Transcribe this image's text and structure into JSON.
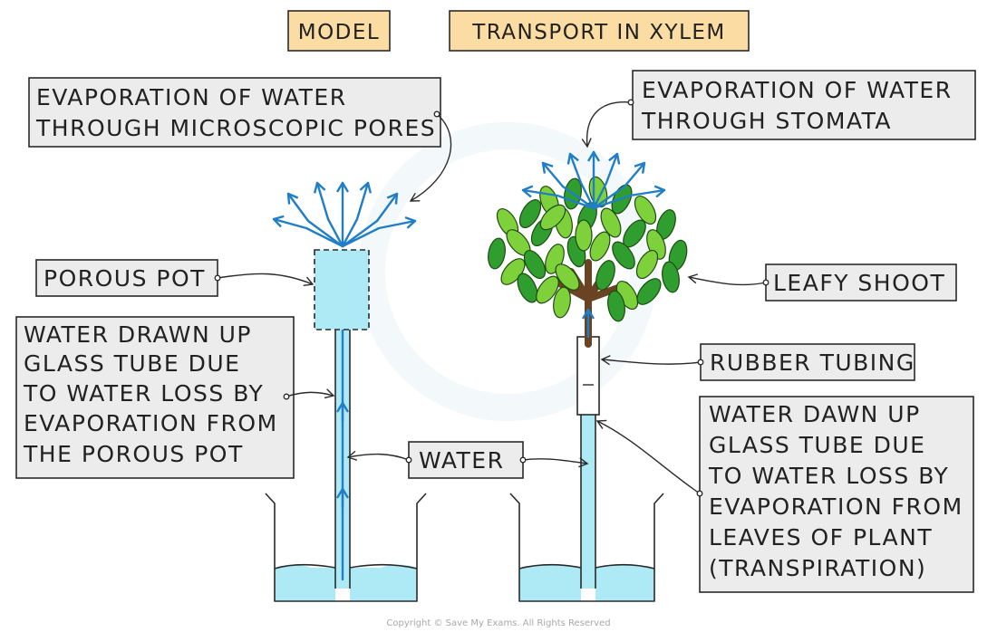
{
  "headers": {
    "model": "MODEL",
    "xylem": "TRANSPORT IN XYLEM"
  },
  "labels": {
    "evap_pores": [
      "EVAPORATION OF WATER",
      "THROUGH MICROSCOPIC PORES"
    ],
    "evap_stomata": [
      "EVAPORATION OF WATER",
      "THROUGH STOMATA"
    ],
    "porous_pot": "POROUS POT",
    "leafy_shoot": "LEAFY SHOOT",
    "rubber_tubing": "RUBBER TUBING",
    "water": "WATER",
    "water_drawn_model": [
      "WATER DRAWN UP",
      "GLASS TUBE DUE",
      "TO WATER LOSS BY",
      "EVAPORATION FROM",
      "THE POROUS POT"
    ],
    "water_drawn_plant": [
      "WATER DAWN UP",
      "GLASS TUBE DUE",
      "TO WATER LOSS BY",
      "EVAPORATION FROM",
      "LEAVES OF PLANT",
      "(TRANSPIRATION)"
    ]
  },
  "copyright": "Copyright © Save My Exams. All Rights Reserved",
  "colors": {
    "header_fill": "#fbdca2",
    "label_fill": "#ececec",
    "water": "#aeeaf5",
    "arrow_blue": "#1f7ec6",
    "leaf_light": "#7fd13b",
    "leaf_dark": "#2f9e2f",
    "stem": "#6a4322"
  }
}
